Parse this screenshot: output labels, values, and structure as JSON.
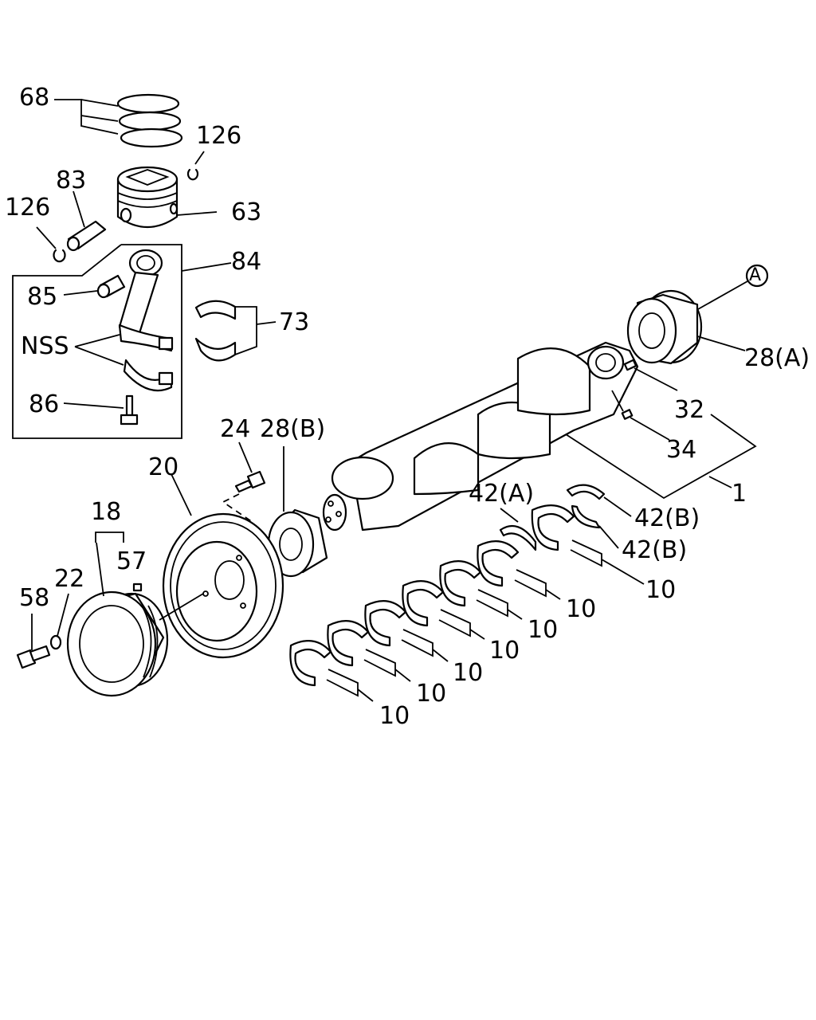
{
  "diagram": {
    "callouts": {
      "c68": "68",
      "c126a": "126",
      "c83": "83",
      "c126b": "126",
      "c63": "63",
      "c84": "84",
      "c85": "85",
      "c73": "73",
      "nss": "NSS",
      "c86": "86",
      "ref_a": "A",
      "c28a": "28(A)",
      "c32": "32",
      "c34": "34",
      "c1": "1",
      "c24": "24",
      "c28b": "28(B)",
      "c20": "20",
      "c18": "18",
      "c57": "57",
      "c22": "22",
      "c58": "58",
      "c42a": "42(A)",
      "c42b1": "42(B)",
      "c42b2": "42(B)",
      "c10_1": "10",
      "c10_2": "10",
      "c10_3": "10",
      "c10_4": "10",
      "c10_5": "10",
      "c10_6": "10",
      "c10_7": "10"
    }
  }
}
